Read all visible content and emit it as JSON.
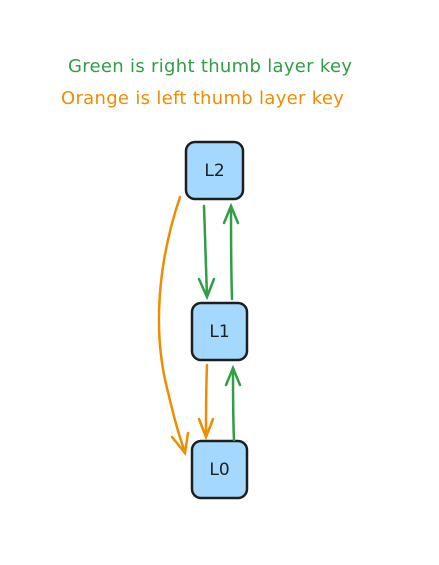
{
  "legend": {
    "green_text": "Green is right thumb layer key",
    "orange_text": "Orange is left thumb layer key"
  },
  "colors": {
    "green": "#2f9e44",
    "orange": "#f08c00",
    "node_fill": "#a5d8ff",
    "node_stroke": "#1e1e1e",
    "text": "#1e1e1e"
  },
  "nodes": {
    "l2": "L2",
    "l1": "L1",
    "l0": "L0"
  }
}
